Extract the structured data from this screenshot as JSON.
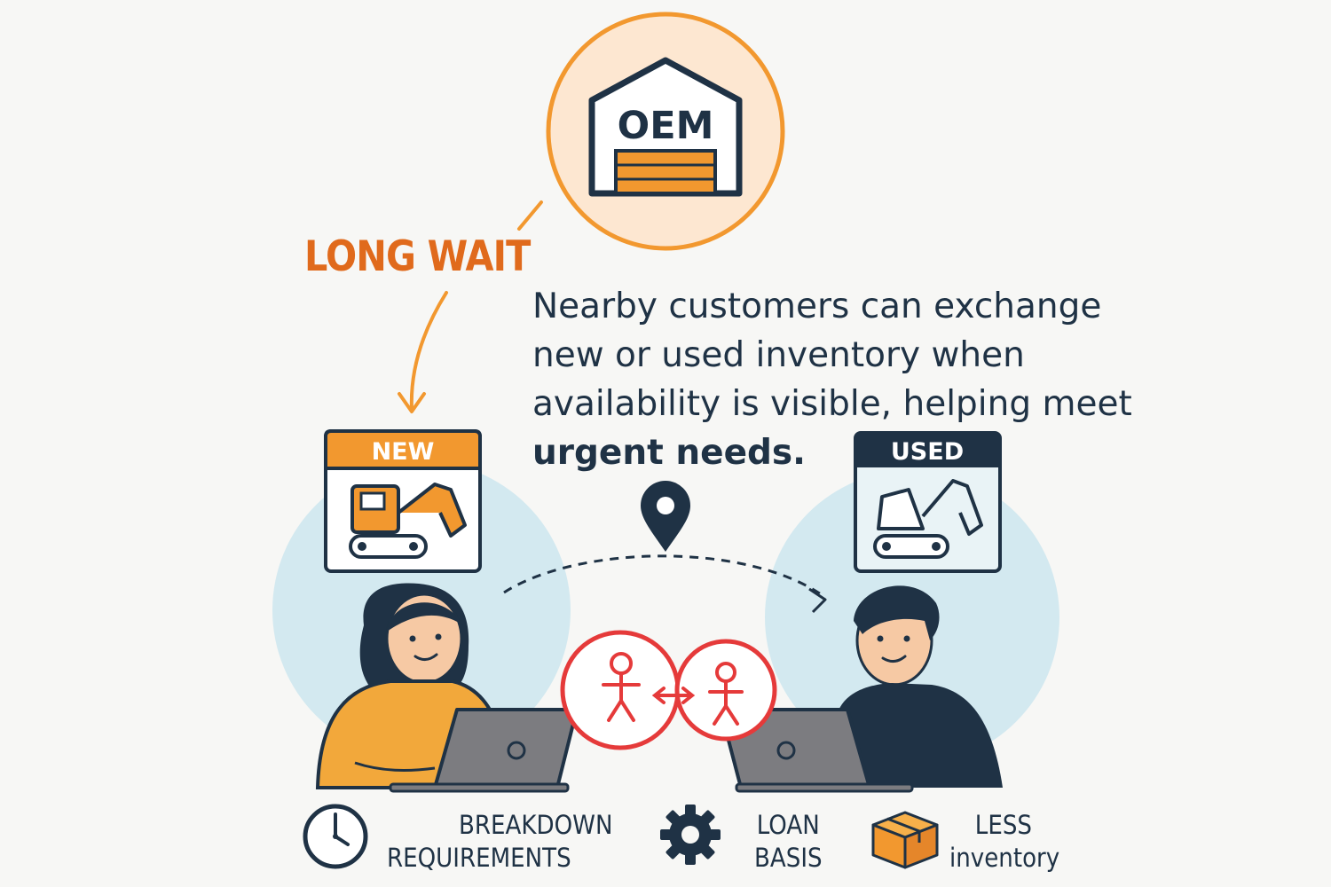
{
  "oem": {
    "label": "OEM"
  },
  "wait_label": "LONG WAIT",
  "message": {
    "line1": "Nearby customers can exchange",
    "line2": "new or used inventory when",
    "line3": "availability is visible, helping meet",
    "emphasis": "urgent needs."
  },
  "cards": {
    "new": {
      "label": "NEW"
    },
    "used": {
      "label": "USED"
    }
  },
  "bottom": {
    "breakdown": {
      "line1": "BREAKDOWN",
      "line2": "REQUIREMENTS"
    },
    "loan": {
      "line1": "LOAN",
      "line2": "BASIS"
    },
    "less": {
      "line1": "LESS",
      "line2": "inventory"
    }
  },
  "colors": {
    "orange": "#f2982f",
    "orange_dark": "#e06a1c",
    "navy": "#1f3245",
    "light_blue": "#d3e9f0",
    "red": "#e53a3a",
    "laptop": "#7c7c80"
  },
  "icons": [
    "warehouse-icon",
    "excavator-icon",
    "location-pin-icon",
    "exchange-people-icon",
    "clock-icon",
    "gear-icon",
    "box-icon"
  ]
}
